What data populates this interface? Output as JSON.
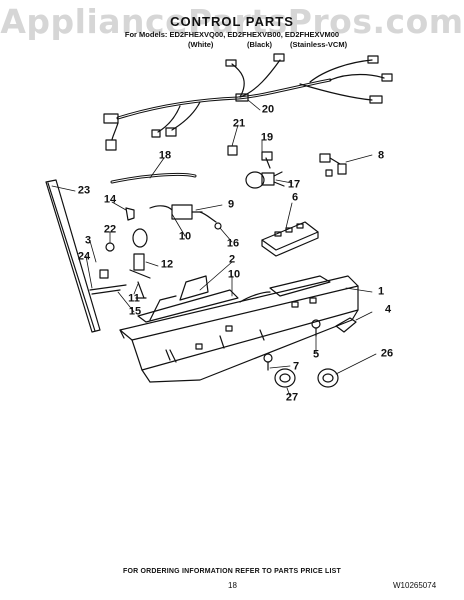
{
  "watermark": "AppliancePartsPros.com",
  "title": "CONTROL PARTS",
  "models_line": "For Models: ED2FHEXVQ00, ED2FHEXVB00, ED2FHEXVM00",
  "finishes": {
    "white": "(White)",
    "black": "(Black)",
    "stainless": "(Stainless-VCM)"
  },
  "callouts": [
    "20",
    "21",
    "19",
    "8",
    "18",
    "17",
    "6",
    "23",
    "14",
    "9",
    "22",
    "10",
    "16",
    "3",
    "12",
    "24",
    "2",
    "10",
    "1",
    "11",
    "15",
    "4",
    "5",
    "26",
    "7",
    "27"
  ],
  "footer": {
    "note": "FOR ORDERING INFORMATION REFER TO PARTS PRICE LIST",
    "page_number": "18",
    "document_number": "W10265074"
  }
}
